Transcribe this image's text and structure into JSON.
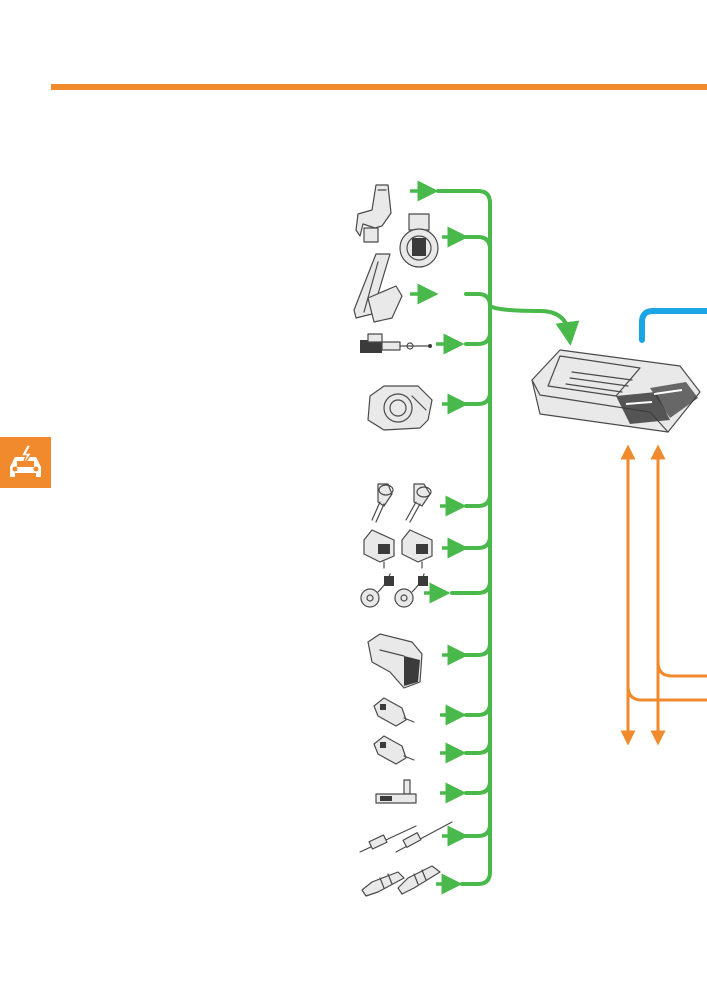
{
  "colors": {
    "accent_orange": "#f08a2c",
    "sensor_green": "#48b94a",
    "bus_blue": "#1aa6e6",
    "outline_grey": "#4a4a4a"
  },
  "badge": {
    "icon": "car-electrical-icon"
  },
  "sensors": [
    {
      "name": "sensor-1",
      "icon": "crankshaft-position-sensor-icon"
    },
    {
      "name": "sensor-2",
      "icon": "air-mass-meter-icon"
    },
    {
      "name": "sensor-3",
      "icon": "accelerator-pedal-icon"
    },
    {
      "name": "sensor-4",
      "icon": "brake-pedal-switch-icon"
    },
    {
      "name": "sensor-5",
      "icon": "throttle-body-icon"
    },
    {
      "name": "sensor-6",
      "icon": "temperature-sensor-pair-icon"
    },
    {
      "name": "sensor-7",
      "icon": "hall-sensor-pair-icon"
    },
    {
      "name": "sensor-8",
      "icon": "knock-sensor-pair-icon"
    },
    {
      "name": "sensor-9",
      "icon": "pressure-sensor-icon"
    },
    {
      "name": "sensor-10",
      "icon": "oil-pressure-switch-icon"
    },
    {
      "name": "sensor-11",
      "icon": "fuel-pressure-sender-icon"
    },
    {
      "name": "sensor-12",
      "icon": "level-sensor-icon"
    },
    {
      "name": "sensor-13",
      "icon": "exhaust-temperature-sensor-pair-icon"
    },
    {
      "name": "sensor-14",
      "icon": "lambda-probe-pair-icon"
    }
  ],
  "control_unit": {
    "icon": "engine-control-unit-icon"
  }
}
